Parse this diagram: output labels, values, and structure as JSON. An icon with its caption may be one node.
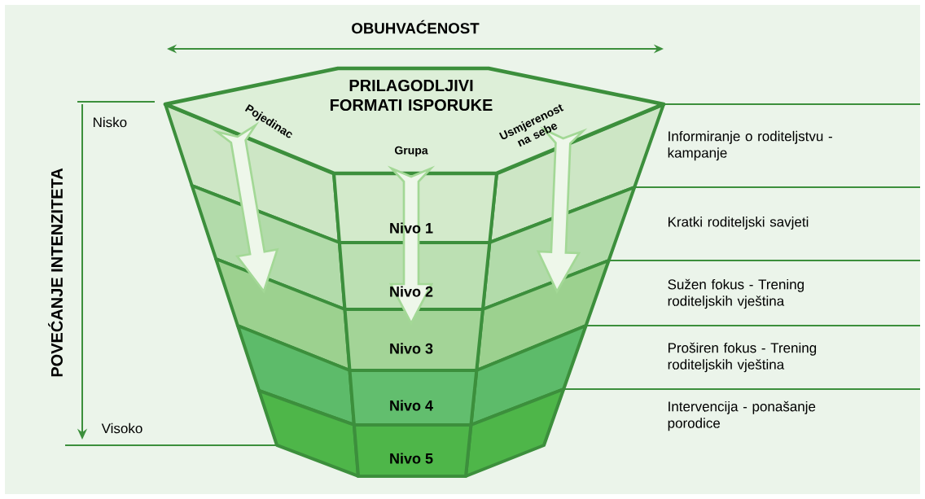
{
  "diagram": {
    "nodes": [
      {
        "text": [
          "PRILAGODLJIVI FORMATI ISPORUKE"
        ]
      },
      {
        "text": [
          "Nivo 1"
        ]
      },
      {
        "text": [
          "Nivo 2"
        ]
      },
      {
        "text": [
          "Nivo 3"
        ]
      },
      {
        "text": [
          "Nivo 4"
        ]
      },
      {
        "text": [
          "Nivo 5"
        ]
      }
    ],
    "labels": [
      "OBUHVAĆENOST",
      "POVEĆANJE INTENZITETA",
      "Nisko",
      "Visoko",
      "Pojedinac",
      "Grupa",
      "Usmjerenost na sebe",
      "Informiranje o roditeljstvu - kampanje",
      "Kratki roditeljski savjeti",
      "Sužen fokus - Trening roditeljskih vještina",
      "Proširen fokus - Trening roditeljskih vještina",
      "Intervencija - ponašanje porodice"
    ]
  }
}
